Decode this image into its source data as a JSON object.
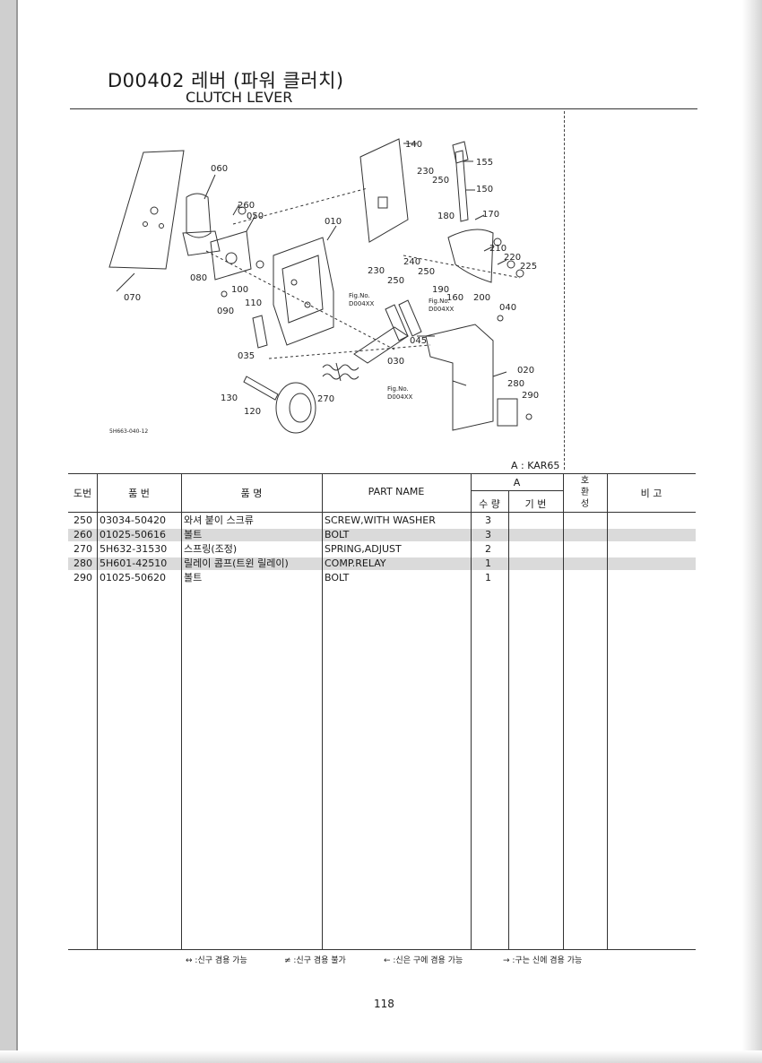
{
  "header": {
    "title": "D00402 레버 (파워 클러치)",
    "subtitle": "CLUTCH LEVER"
  },
  "diagram": {
    "code": "5H663-040-12",
    "callouts": [
      "140",
      "155",
      "150",
      "230",
      "250",
      "180",
      "170",
      "210",
      "220",
      "225",
      "060",
      "260",
      "050",
      "010",
      "240",
      "250",
      "230",
      "250",
      "190",
      "160",
      "200",
      "080",
      "100",
      "110",
      "090",
      "070",
      "040",
      "045",
      "030",
      "035",
      "020",
      "280",
      "290",
      "130",
      "120",
      "270"
    ],
    "fig_refs": [
      {
        "line1": "Fig.No.",
        "line2": "D004XX"
      },
      {
        "line1": "Fig.No.",
        "line2": "D004XX"
      },
      {
        "line1": "Fig.No.",
        "line2": "D004XX"
      }
    ]
  },
  "model_label": "A : KAR65",
  "table": {
    "headers": {
      "ref": "도번",
      "part_no": "품 번",
      "part_name_kr": "품 명",
      "part_name_en": "PART NAME",
      "group": "A",
      "qty": "수 량",
      "base": "기 번",
      "interchange": "호\n환\n성",
      "remarks": "비 고"
    },
    "rows": [
      {
        "ref": "250",
        "part_no": "03034-50420",
        "name_kr": "와셔 붙이 스크류",
        "name_en": "SCREW,WITH WASHER",
        "qty": "3"
      },
      {
        "ref": "260",
        "part_no": "01025-50616",
        "name_kr": "볼트",
        "name_en": "BOLT",
        "qty": "3"
      },
      {
        "ref": "270",
        "part_no": "5H632-31530",
        "name_kr": "스프링(조정)",
        "name_en": "SPRING,ADJUST",
        "qty": "2"
      },
      {
        "ref": "280",
        "part_no": "5H601-42510",
        "name_kr": "릴레이 콤프(트윈 릴레이)",
        "name_en": "COMP.RELAY",
        "qty": "1"
      },
      {
        "ref": "290",
        "part_no": "01025-50620",
        "name_kr": "볼트",
        "name_en": "BOLT",
        "qty": "1"
      }
    ]
  },
  "legend": [
    "↔ :신구 겸용 가능",
    "≠ :신구 겸용 불가",
    "← :신은 구에 겸용 가능",
    "→ :구는 신에 겸용 가능"
  ],
  "page_number": "118"
}
